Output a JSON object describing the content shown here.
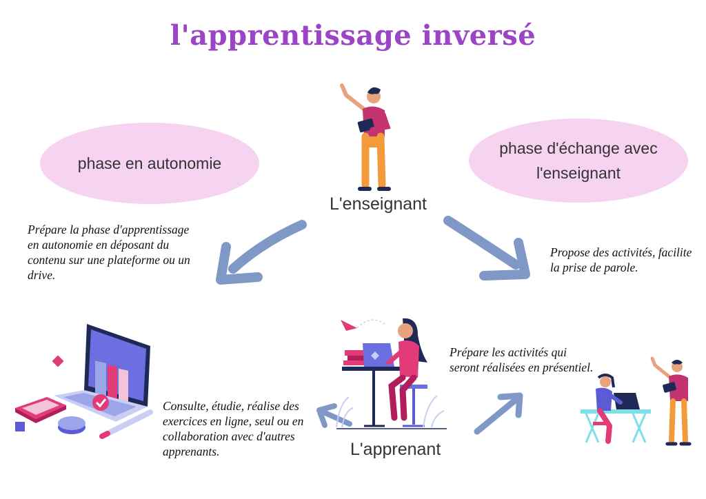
{
  "title": "l'apprentissage inversé",
  "bubbles": {
    "left": "phase en autonomie",
    "right": "phase d'échange avec l'enseignant"
  },
  "labels": {
    "teacher": "L'enseignant",
    "learner": "L'apprenant"
  },
  "notes": {
    "teacher_left": "Prépare la phase d'apprentissage en autonomie en déposant du contenu sur une plateforme ou un drive.",
    "teacher_right": "Propose des activités, facilite la prise de parole.",
    "learner_left": "Consulte, étudie, réalise des exercices en ligne, seul ou en collaboration avec d'autres apprenants.",
    "learner_right": "Prépare les activités qui seront réalisées en présentiel."
  },
  "colors": {
    "title": "#9b45c6",
    "bubble": "#f6d3f0",
    "arrow": "#7f98c5",
    "accent_pink": "#e33a78",
    "shirt_magenta": "#c2336f",
    "pants_orange": "#f39a3c",
    "laptop_blue": "#5b5bd6",
    "hair_dark": "#1e2a55"
  },
  "icons": {
    "teacher": "teacher-with-tablet-icon",
    "laptop_books": "laptop-with-books-icon",
    "learner": "student-at-laptop-icon",
    "classroom": "classroom-interaction-icon"
  }
}
